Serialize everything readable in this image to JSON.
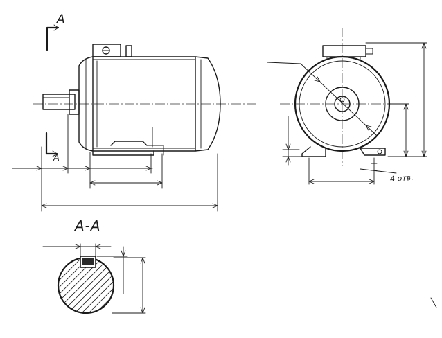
{
  "labels": {
    "section_mark_top": "A",
    "section_mark_bottom": "A",
    "section_title": "A-A",
    "holes_note": "4 отв."
  }
}
